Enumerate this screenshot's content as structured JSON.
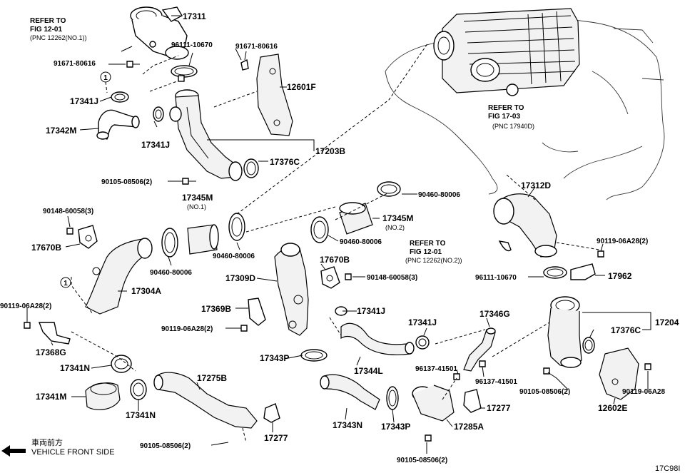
{
  "labels": {
    "refer1_title": "REFER TO",
    "refer1_fig": "FIG 12-01",
    "refer1_pnc": "(PNC 12262(NO.1))",
    "refer2_title": "REFER TO",
    "refer2_fig": "FIG 17-03",
    "refer2_pnc": "(PNC 17940D)",
    "refer3_title": "REFER TO",
    "refer3_fig": "FIG 12-01",
    "refer3_pnc": "(PNC 12262(NO.2))",
    "p17311": "17311",
    "p96111a": "96111-10670",
    "p91671a": "91671-80616",
    "p91671b": "91671-80616",
    "p12601f": "12601F",
    "p17341j_a": "17341J",
    "p17342m": "17342M",
    "p17341j_b": "17341J",
    "p17203b": "17203B",
    "p17376c_a": "17376C",
    "p90105a": "90105-08506(2)",
    "p90460a": "90460-80006",
    "p17312d": "17312D",
    "p17345m_a": "17345M",
    "p17345m_a_sub": "(NO.1)",
    "p90148a": "90148-60058(3)",
    "p17345m_b": "17345M",
    "p17345m_b_sub": "(NO.2)",
    "p90460b": "90460-80006",
    "p90119a": "90119-06A28(2)",
    "p17670b_a": "17670B",
    "p90460c": "90460-80006",
    "p90460d": "90460-80006",
    "p17670b_b": "17670B",
    "p17309d": "17309D",
    "p90148b": "90148-60058(3)",
    "p96111b": "96111-10670",
    "p17962": "17962",
    "p17304a": "17304A",
    "p90119b": "90119-06A28(2)",
    "p17369b": "17369B",
    "p17341j_c": "17341J",
    "p17346g": "17346G",
    "p17204": "17204",
    "p90119c": "90119-06A28(2)",
    "p17341j_d": "17341J",
    "p17376c_b": "17376C",
    "p17368g": "17368G",
    "p17343p_a": "17343P",
    "p17344l": "17344L",
    "p96137a": "96137-41501",
    "p96137b": "96137-41501",
    "p17341n_a": "17341N",
    "p17275b": "17275B",
    "p90105b": "90105-08506(2)",
    "p90119d": "90119-06A28",
    "p17341m": "17341M",
    "p17341n_b": "17341N",
    "p17343n": "17343N",
    "p17343p_b": "17343P",
    "p17277_a": "17277",
    "p12602e": "12602E",
    "p17285a": "17285A",
    "p90105c": "90105-08506(2)",
    "p17277_b": "17277",
    "p90105d": "90105-08506(2)",
    "circle_marker_a": "1",
    "circle_marker_b": "1",
    "front_jp": "車両前方",
    "front_en": "VEHICLE FRONT SIDE",
    "diagram_code": "17C98I"
  }
}
